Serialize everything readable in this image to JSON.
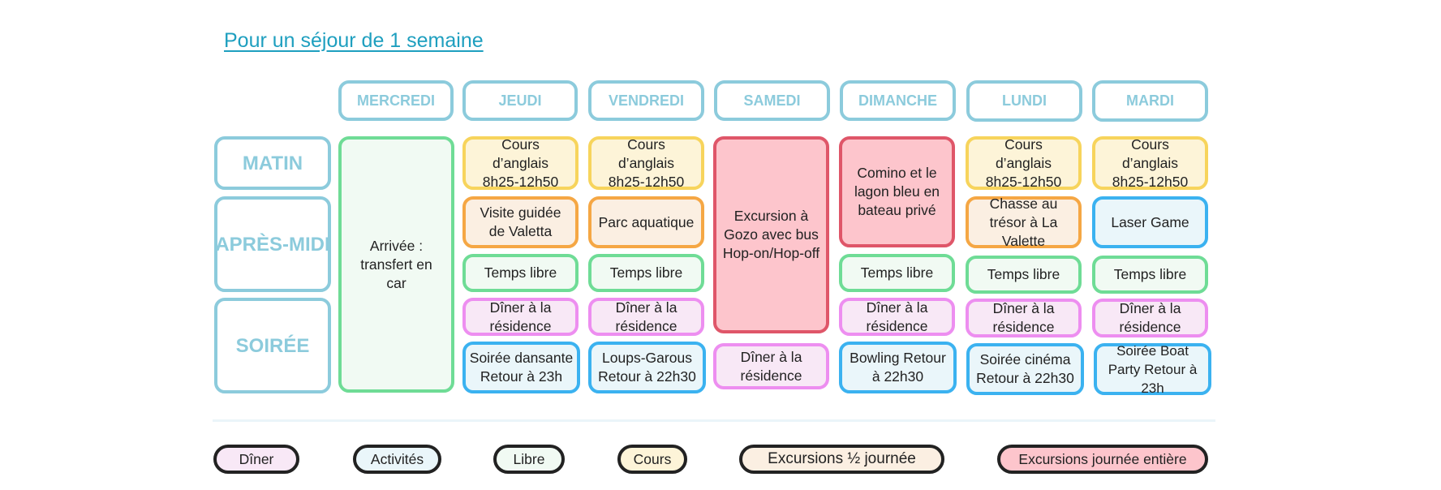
{
  "title": "Pour un séjour de 1 semaine",
  "days": [
    "MERCREDI",
    "JEUDI",
    "VENDREDI",
    "SAMEDI",
    "DIMANCHE",
    "LUNDI",
    "MARDI"
  ],
  "periods": [
    "MATIN",
    "APRÈS-MIDI",
    "SOIRÉE"
  ],
  "activities": {
    "mercredi": "Arrivée : transfert en car",
    "jeudi": [
      "Cours d’anglais 8h25-12h50",
      "Visite guidée de Valetta",
      "Temps libre",
      "Dîner à la résidence",
      "Soirée dansante Retour à 23h"
    ],
    "vendredi": [
      "Cours d’anglais 8h25-12h50",
      "Parc aquatique",
      "Temps libre",
      "Dîner à la résidence",
      "Loups-Garous Retour à 22h30"
    ],
    "samedi": [
      "Excursion à Gozo avec bus Hop-on/Hop-off",
      "Dîner à la résidence"
    ],
    "dimanche": [
      "Comino et le lagon bleu en bateau privé",
      "Temps libre",
      "Dîner à la résidence",
      "Bowling Retour à 22h30"
    ],
    "lundi": [
      "Cours d’anglais 8h25-12h50",
      "Chasse au trésor à La Valette",
      "Temps libre",
      "Dîner à la résidence",
      "Soirée cinéma Retour à 22h30"
    ],
    "mardi": [
      "Cours d’anglais 8h25-12h50",
      "Laser Game",
      "Temps libre",
      "Dîner à la résidence",
      "Soirée Boat Party Retour à 23h"
    ]
  },
  "legend": [
    "Dîner",
    "Activités",
    "Libre",
    "Cours",
    "Excursions ½ journée",
    "Excursions journée entière"
  ],
  "colors": {
    "header": "#8ccbdc",
    "diner": "#ed8ef0",
    "activites": "#3bb2f0",
    "libre": "#6fdc96",
    "cours": "#f7d45c",
    "demi_journee": "#f5a744",
    "journee_entiere": "#df5669",
    "title_link": "#1e9fbf"
  }
}
